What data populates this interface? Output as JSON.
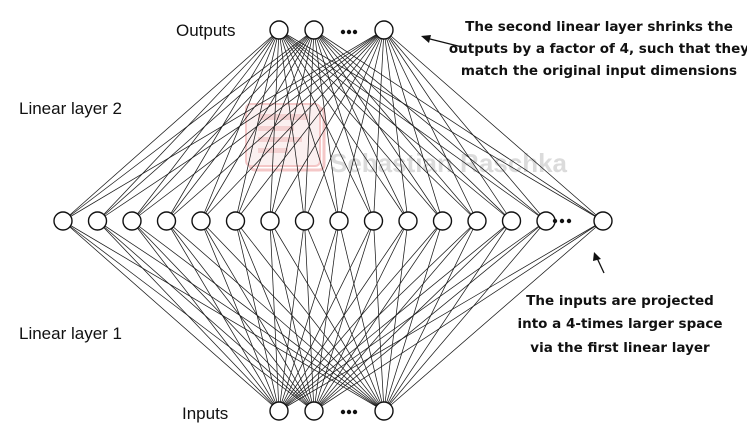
{
  "labels": {
    "outputs": "Outputs",
    "linear_layer_2": "Linear layer 2",
    "linear_layer_1": "Linear layer 1",
    "inputs": "Inputs"
  },
  "annotations": {
    "top": [
      "The second linear layer shrinks the",
      "outputs by a factor of 4, such that they",
      "match the original input dimensions"
    ],
    "bottom": [
      "The inputs are projected",
      "into a 4-times larger space",
      "via the first linear layer"
    ]
  },
  "watermark": {
    "text": "Sebastian Raschka",
    "logo_color": "#e06060"
  },
  "colors": {
    "stroke": "#111111",
    "node_fill": "#ffffff"
  }
}
